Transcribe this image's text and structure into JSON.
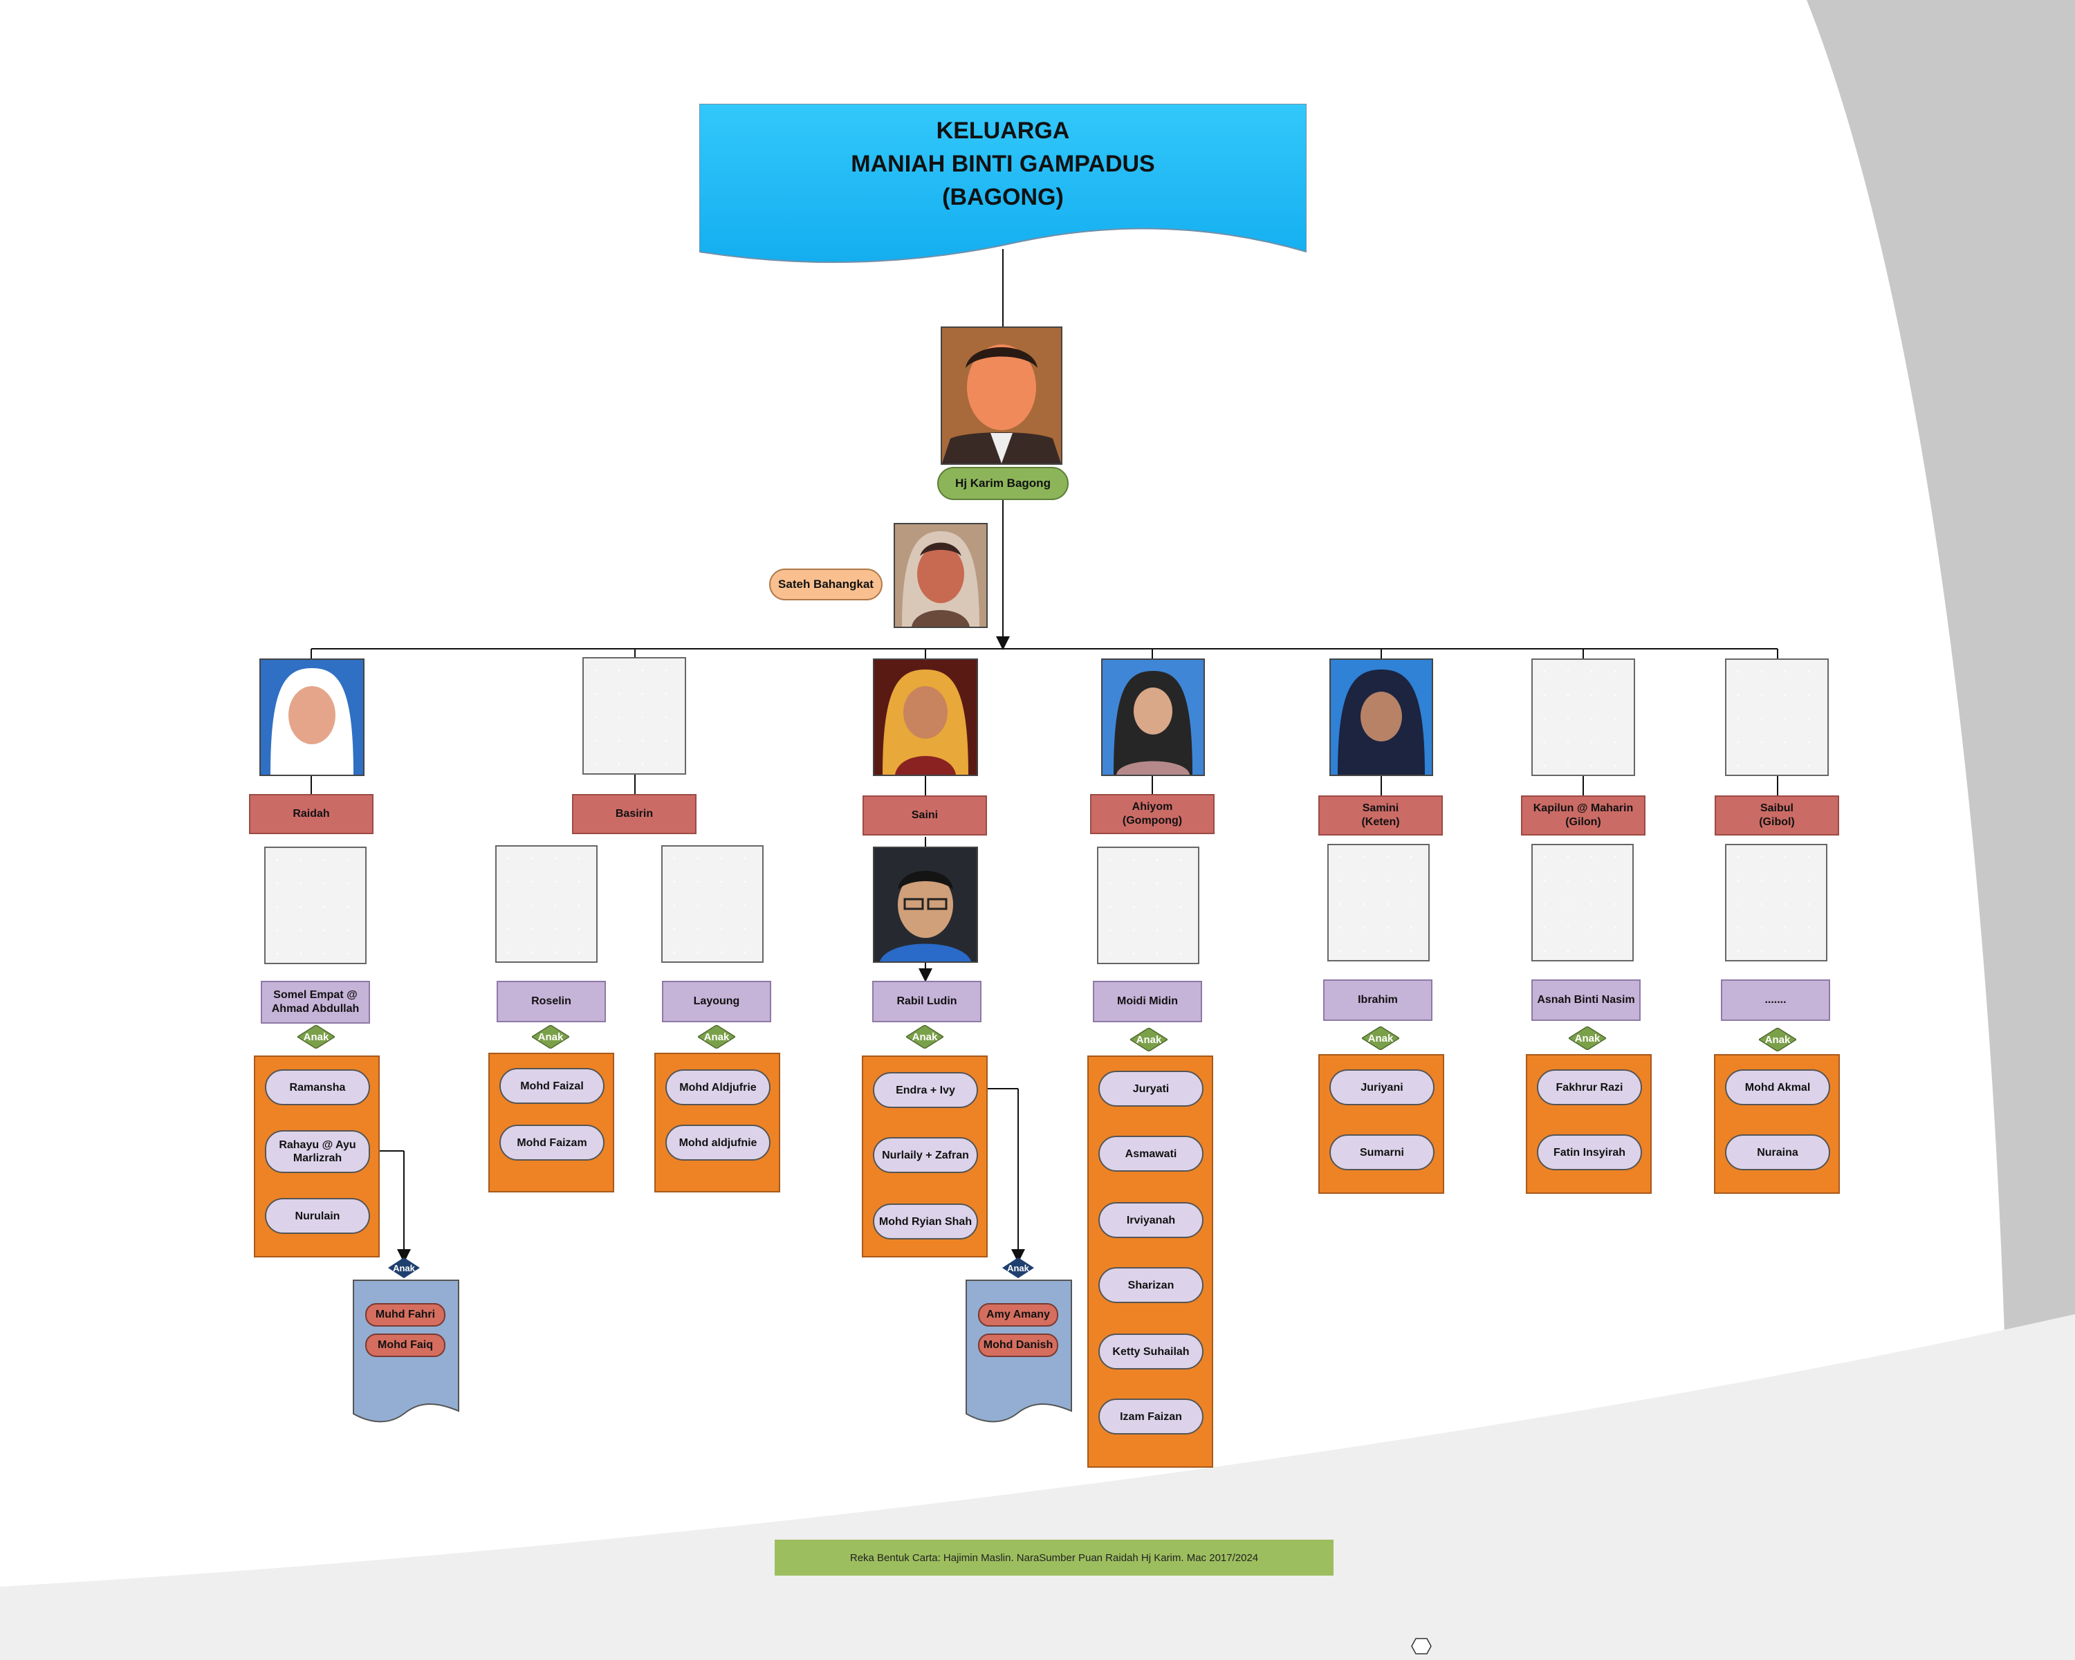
{
  "title": {
    "line1": "KELUARGA",
    "line2": "MANIAH BINTI GAMPADUS",
    "line3": "(BAGONG)"
  },
  "patriarch": {
    "name": "Hj Karim Bagong",
    "wife": "Sateh Bahangkat"
  },
  "anak_label": "Anak",
  "children": [
    {
      "name": "Raidah",
      "spouse": "Somel Empat @ Ahmad Abdullah",
      "kids": [
        "Ramansha",
        "Rahayu @ Ayu Marlizrah",
        "Nurulain"
      ]
    },
    {
      "name": "Basirin",
      "spouses": [
        {
          "name": "Roselin",
          "kids": [
            "Mohd Faizal",
            "Mohd Faizam"
          ]
        },
        {
          "name": "Layoung",
          "kids": [
            "Mohd Aldjufrie",
            "Mohd aldjufnie"
          ]
        }
      ]
    },
    {
      "name": "Saini",
      "spouse": "Rabil Ludin",
      "kids": [
        "Endra + Ivy",
        "Nurlaily + Zafran",
        "Mohd Ryian Shah"
      ]
    },
    {
      "name": "Ahiyom (Gompong)",
      "name_line1": "Ahiyom",
      "name_line2": "(Gompong)",
      "spouse": "Moidi Midin",
      "kids": [
        "Juryati",
        "Asmawati",
        "Irviyanah",
        "Sharizan",
        "Ketty Suhailah",
        "Izam Faizan"
      ]
    },
    {
      "name": "Samini (Keten)",
      "name_line1": "Samini",
      "name_line2": "(Keten)",
      "spouse": "Ibrahim",
      "kids": [
        "Juriyani",
        "Sumarni"
      ]
    },
    {
      "name": "Kapilun @ Maharin (Gilon)",
      "name_line1": "Kapilun @ Maharin",
      "name_line2": "(Gilon)",
      "spouse": "Asnah Binti Nasim",
      "kids": [
        "Fakhrur Razi",
        "Fatin Insyirah"
      ]
    },
    {
      "name": "Saibul (Gibol)",
      "name_line1": "Saibul",
      "name_line2": "(Gibol)",
      "spouse": ".......",
      "kids": [
        "Mohd Akmal",
        "Nuraina"
      ]
    }
  ],
  "grandchildren": {
    "rahayu": [
      "Muhd Fahri",
      "Mohd Faiq"
    ],
    "endra": [
      "Amy Amany",
      "Mohd Danish"
    ]
  },
  "footer": "Reka Bentuk Carta: Hajimin Maslin. NaraSumber Puan Raidah Hj Karim. Mac 2017/2024",
  "colors": {
    "banner": "#1fbaf4",
    "child_box": "#cb6b66",
    "spouse_box": "#c6b3d8",
    "orange_box": "#ee8325",
    "anak_green": "#7ba04a",
    "anak_navy": "#1f3f6e",
    "ggc_panel": "#93aed2",
    "footer": "#9dbe5e",
    "background_swoosh": "#c8c8c8"
  }
}
